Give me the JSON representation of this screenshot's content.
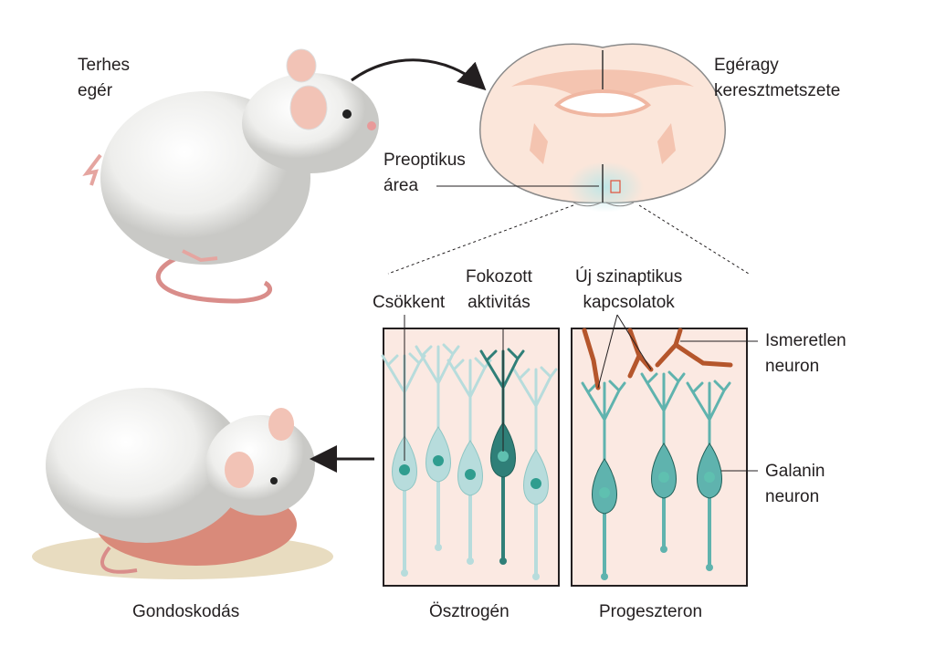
{
  "labels": {
    "pregnant_mouse": [
      "Terhes",
      "egér"
    ],
    "brain_section": [
      "Egéragy",
      "keresztmetszete"
    ],
    "preoptic_area": [
      "Preoptikus",
      "área"
    ],
    "decreased": "Csökkent",
    "increased_activity": [
      "Fokozott",
      "aktivitás"
    ],
    "new_synapses": [
      "Új szinaptikus",
      "kapcsolatok"
    ],
    "unknown_neuron": [
      "Ismeretlen",
      "neuron"
    ],
    "galanin_neuron": [
      "Galanin",
      "neuron"
    ],
    "estrogen": "Ösztrogén",
    "progesterone": "Progeszteron",
    "caregiving": "Gondoskodás"
  },
  "colors": {
    "panel_bg": "#fbe9e2",
    "neuron_light": "#b7dcdc",
    "neuron_active": "#2f7f78",
    "neuron_galanin": "#5fb3ae",
    "unknown_neuron": "#b5562c",
    "brain_fill": "#fbe6da",
    "brain_inner": "#f4c4b0",
    "preoptic_glow": "#bfe6e6"
  }
}
